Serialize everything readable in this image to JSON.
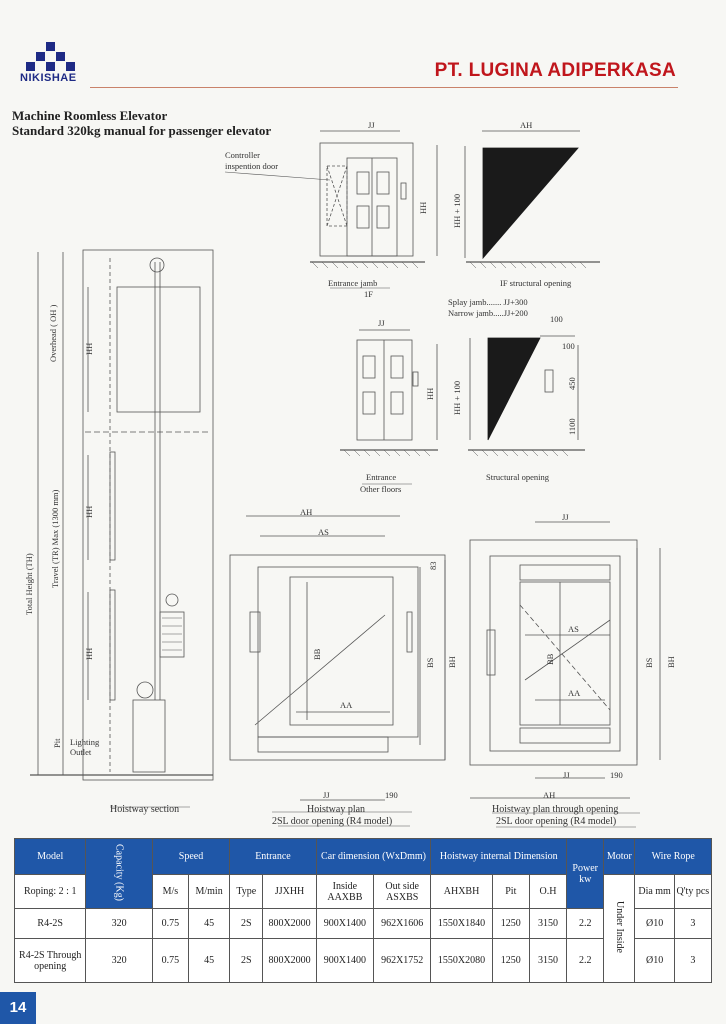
{
  "header": {
    "logo_text": "NIKISHAE",
    "company": "PT. LUGINA ADIPERKASA"
  },
  "title": {
    "line1": "Machine Roomless Elevator",
    "line2": "Standard 320kg manual for passenger elevator"
  },
  "drawings": {
    "controller_label_1": "Controller",
    "controller_label_2": "inspention door",
    "jj": "JJ",
    "ah": "AH",
    "as": "AS",
    "aa": "AA",
    "bb": "BB",
    "bs": "BS",
    "bh": "BH",
    "hh": "HH",
    "hh100": "HH + 100",
    "entrance_jamb": "Entrance jamb",
    "f1": "1F",
    "if_structural": "IF structural opening",
    "splay": "Splay jamb....... JJ+300",
    "narrow": "Narrow jamb.....JJ+200",
    "d100a": "100",
    "d100b": "100",
    "d450": "450",
    "d1100": "1100",
    "entrance_other_1": "Entrance",
    "entrance_other_2": "Other floors",
    "structural_opening": "Structural opening",
    "overhead": "Overhead ( OH )",
    "travel": "Travel (TR) Max (1300 mm)",
    "total_height": "Total Height (TH)",
    "pit": "Pit",
    "lighting_1": "Lighting",
    "lighting_2": "Outlet",
    "hoistway_section": "Hoistway section",
    "d83": "83",
    "d190a": "190",
    "d190b": "190",
    "plan1_title": "Hoistway plan",
    "plan1_sub": "2SL door opening (R4 model)",
    "plan2_title": "Hoistway plan through opening",
    "plan2_sub": "2SL door opening (R4 model)"
  },
  "table": {
    "headers": {
      "model": "Model",
      "capacity": "Capacity (Kg)",
      "speed": "Speed",
      "entrance": "Entrance",
      "car_dim": "Car dimension (WxDmm)",
      "hoist_dim": "Hoistway internal Dimension",
      "power": "Power kw",
      "motor": "Motor",
      "wire": "Wire Rope"
    },
    "sub": {
      "roping": "Roping: 2 : 1",
      "ms": "M/s",
      "mmin": "M/min",
      "type": "Type",
      "jjxhh": "JJXHH",
      "inside": "Inside AAXBB",
      "outside": "Out side ASXBS",
      "ahxbh": "AHXBH",
      "pit": "Pit",
      "oh": "O.H",
      "dia": "Dia mm",
      "qty": "Q'ty pcs"
    },
    "motor_note": "Under Inside",
    "rows": [
      {
        "model": "R4-2S",
        "capacity": "320",
        "ms": "0.75",
        "mmin": "45",
        "type": "2S",
        "jjxhh": "800X2000",
        "inside": "900X1400",
        "outside": "962X1606",
        "ahxbh": "1550X1840",
        "pit": "1250",
        "oh": "3150",
        "power": "2.2",
        "dia": "Ø10",
        "qty": "3"
      },
      {
        "model": "R4-2S Through opening",
        "capacity": "320",
        "ms": "0.75",
        "mmin": "45",
        "type": "2S",
        "jjxhh": "800X2000",
        "inside": "900X1400",
        "outside": "962X1752",
        "ahxbh": "1550X2080",
        "pit": "1250",
        "oh": "3150",
        "power": "2.2",
        "dia": "Ø10",
        "qty": "3"
      }
    ]
  },
  "page_number": "14"
}
